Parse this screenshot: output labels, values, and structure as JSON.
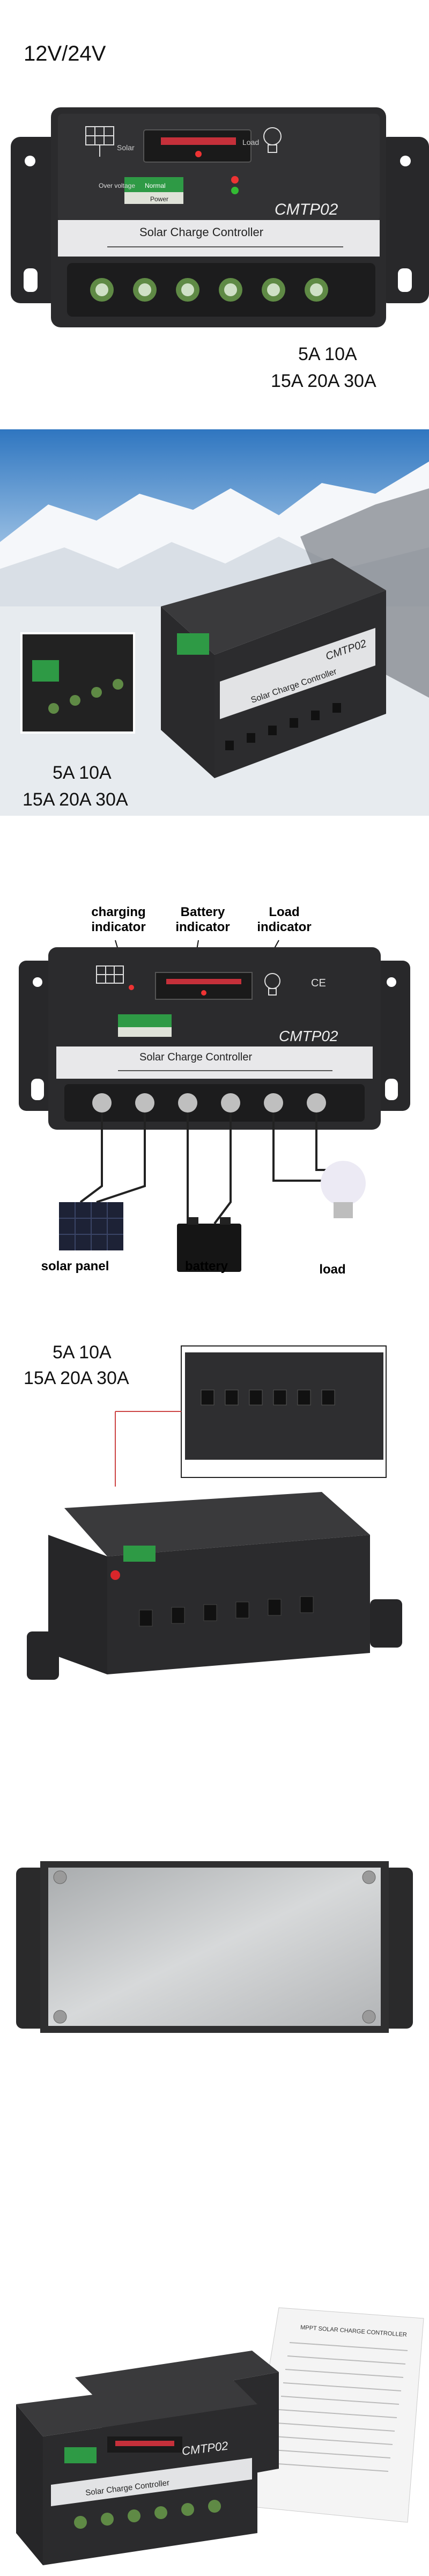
{
  "panel1": {
    "voltage_label": "12V/24V",
    "rating_line1": "5A 10A",
    "rating_line2": "15A 20A 30A",
    "device": {
      "brand_text": "CMTP02",
      "title_text": "Solar Charge Controller",
      "solar_label": "Solar",
      "load_label": "Load",
      "over_voltage_label": "Over voltage",
      "normal_label": "Normal",
      "power_label": "Power"
    }
  },
  "panel2": {
    "rating_line1": "5A 10A",
    "rating_line2": "15A 20A 30A",
    "device": {
      "brand_text": "CMTP02",
      "title_text": "Solar Charge Controller"
    }
  },
  "panel3": {
    "charging_indicator": "charging indicator",
    "battery_indicator": "Battery indicator",
    "load_indicator": "Load indicator",
    "solar_panel_label": "solar panel",
    "battery_label": "battery",
    "load_label": "load",
    "device": {
      "brand_text": "CMTP02",
      "title_text": "Solar Charge Controller",
      "ce_mark": "CE"
    }
  },
  "panel4": {
    "rating_line1": "5A 10A",
    "rating_line2": "15A 20A 30A"
  },
  "panel6": {
    "device": {
      "brand_text": "CMTP02",
      "title_text": "Solar Charge Controller"
    },
    "manual_title": "MPPT SOLAR CHARGE CONTROLLER"
  },
  "colors": {
    "device_body": "#2b2b2d",
    "label_band": "#e8e8ea",
    "led_red": "#d8262b",
    "led_green": "#2ea84a",
    "sky": "#3f86c9",
    "terminal_green": "#5f8a45"
  }
}
